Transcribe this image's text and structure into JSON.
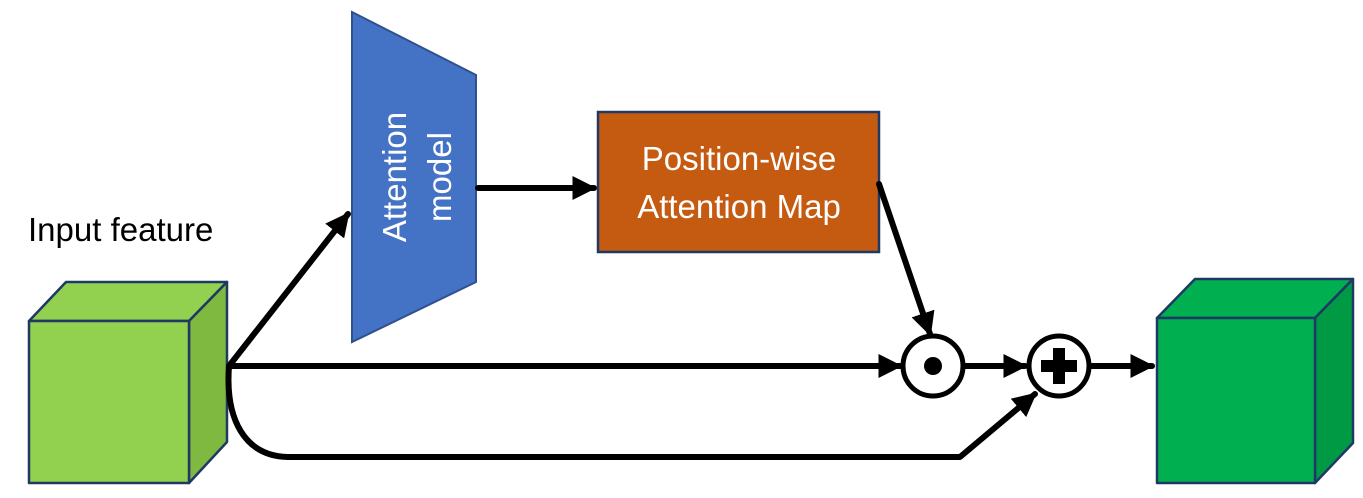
{
  "input_label": "Input feature",
  "attention_model": {
    "line1": "Attention",
    "line2": "model",
    "fill": "#4472C4"
  },
  "attention_map": {
    "line1": "Position-wise",
    "line2": "Attention Map",
    "fill": "#C55A11"
  },
  "input_cube": {
    "front": "#92D050",
    "side": "#7FB940"
  },
  "output_cube": {
    "front": "#00B050",
    "side": "#009A45"
  },
  "operators": {
    "multiply": "element-wise-product",
    "add": "sum"
  }
}
